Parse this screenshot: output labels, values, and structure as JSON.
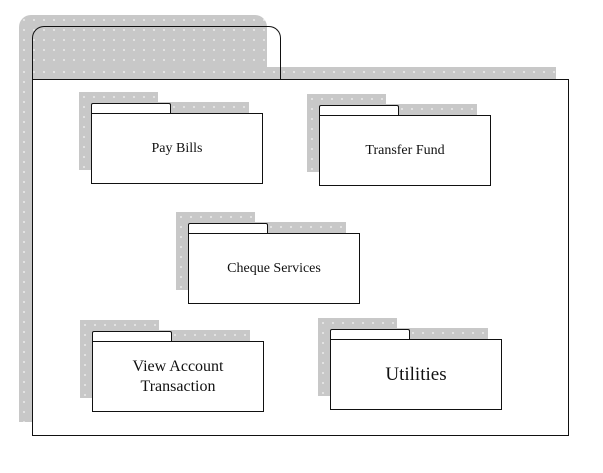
{
  "diagram": {
    "packages": [
      {
        "lines": [
          "Pay Bills"
        ]
      },
      {
        "lines": [
          "Transfer Fund"
        ]
      },
      {
        "lines": [
          "Cheque Services"
        ]
      },
      {
        "lines": [
          "View Account",
          "Transaction"
        ]
      },
      {
        "lines": [
          "Utilities"
        ]
      }
    ]
  }
}
